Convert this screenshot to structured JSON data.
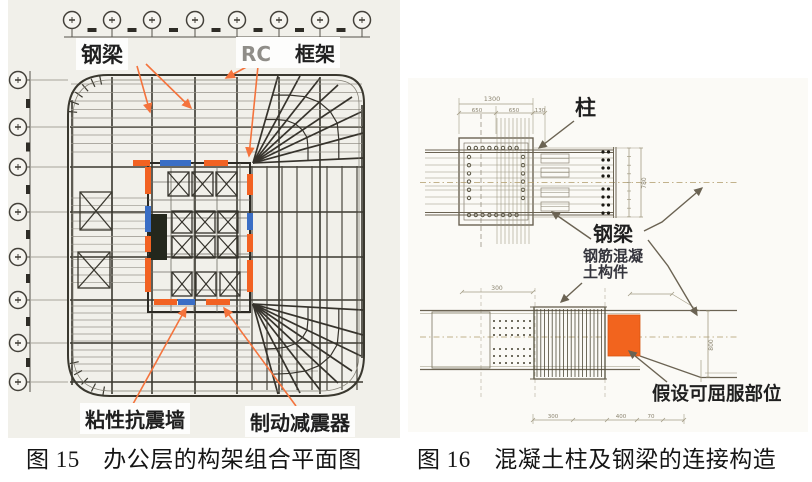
{
  "figure15": {
    "caption": "图 15　办公层的构架组合平面图",
    "labels": {
      "steel_beam": "钢梁",
      "rc": "RC",
      "frame": "框架",
      "viscous_wall": "粘性抗震墙",
      "brake_damper": "制动减震器"
    },
    "colors": {
      "damper": "#f26222",
      "wall": "#3a6ec5",
      "leader": "#f4733c"
    }
  },
  "figure16": {
    "caption": "图 16　混凝土柱及钢梁的连接构造",
    "labels": {
      "column": "柱",
      "steel_beam": "钢梁",
      "rc_member_line1": "钢筋混凝",
      "rc_member_line2": "土构件",
      "yield_zone": "假设可屈服部位"
    },
    "dims": {
      "top_total": "1300",
      "top_left": "650",
      "top_right": "650",
      "top_edge": "130",
      "beam_depth": "780",
      "mid_width": "300",
      "bottom_1": "300",
      "bottom_2": "400",
      "bottom_3": "70",
      "haunch_depth": "800"
    },
    "colors": {
      "yield": "#f2641e",
      "line": "#6b6353"
    }
  }
}
